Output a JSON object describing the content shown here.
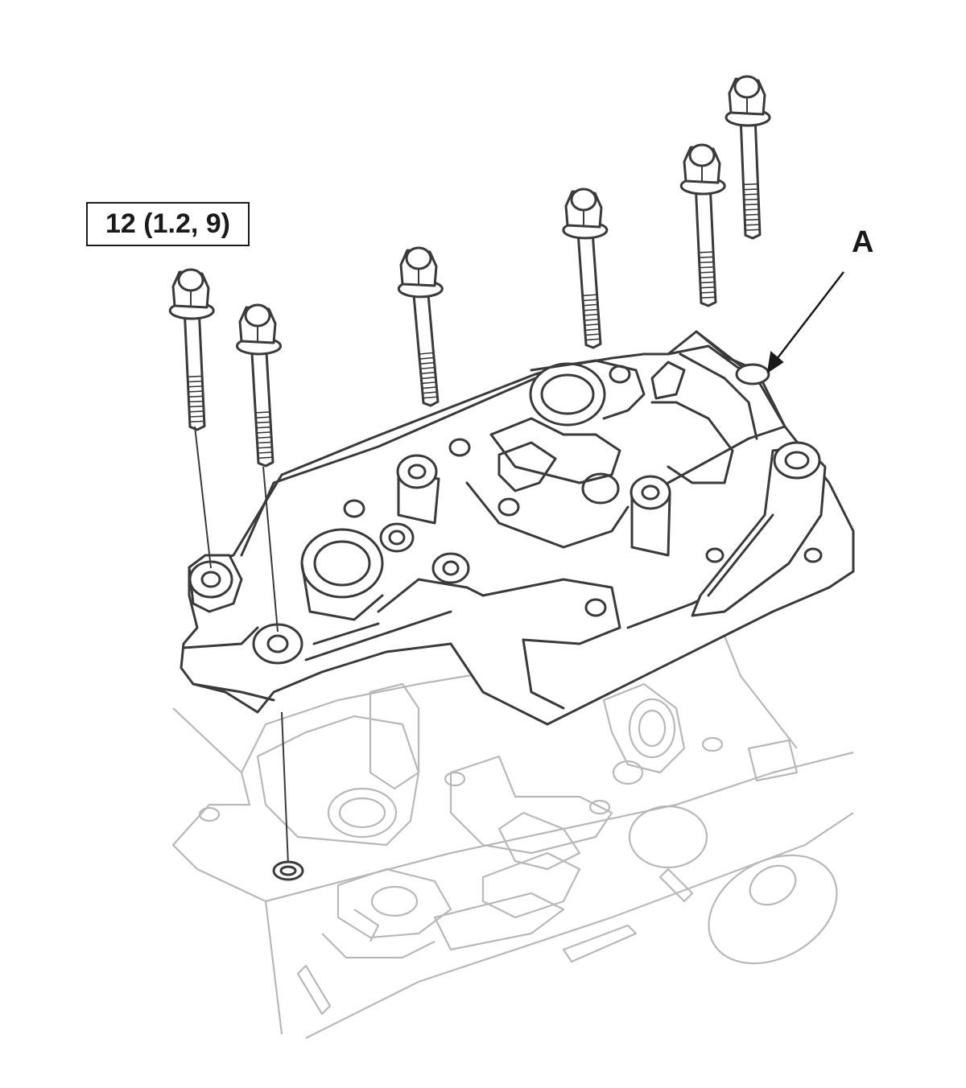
{
  "diagram": {
    "torque_spec": "12 (1.2, 9)",
    "callout_label": "A",
    "bolt_count": 6
  }
}
